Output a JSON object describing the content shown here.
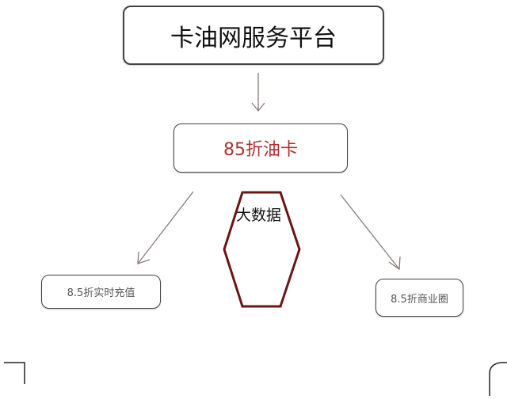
{
  "diagram": {
    "title": "卡油网服务平台",
    "main_node": "85折油卡",
    "center_node": "大数据",
    "left_node": "8.5折实时充值",
    "right_node": "8.5折商业圈"
  },
  "colors": {
    "hexagon_stroke": "#8b1a1a",
    "main_node_text": "#b03030",
    "arrow": "#8a7a78"
  }
}
